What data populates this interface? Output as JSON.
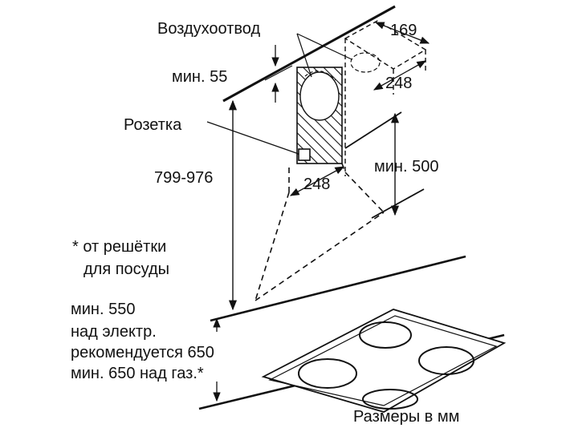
{
  "labels": {
    "air_outlet": "Воздухоотвод",
    "min_55": "мин. 55",
    "dim_169": "169",
    "dim_248_top": "248",
    "socket": "Розетка",
    "height_range": "799-976",
    "dim_248_bottom": "248",
    "min_500": "мин. 500",
    "note_line1": "* от решётки",
    "note_line2": "для посуды",
    "min550_line1": "мин. 550",
    "min550_line2": "над электр.",
    "min550_line3": "рекомендуется 650",
    "min550_line4": "мин. 650 над газ.*",
    "units": "Размеры в мм"
  },
  "colors": {
    "line": "#111111"
  }
}
